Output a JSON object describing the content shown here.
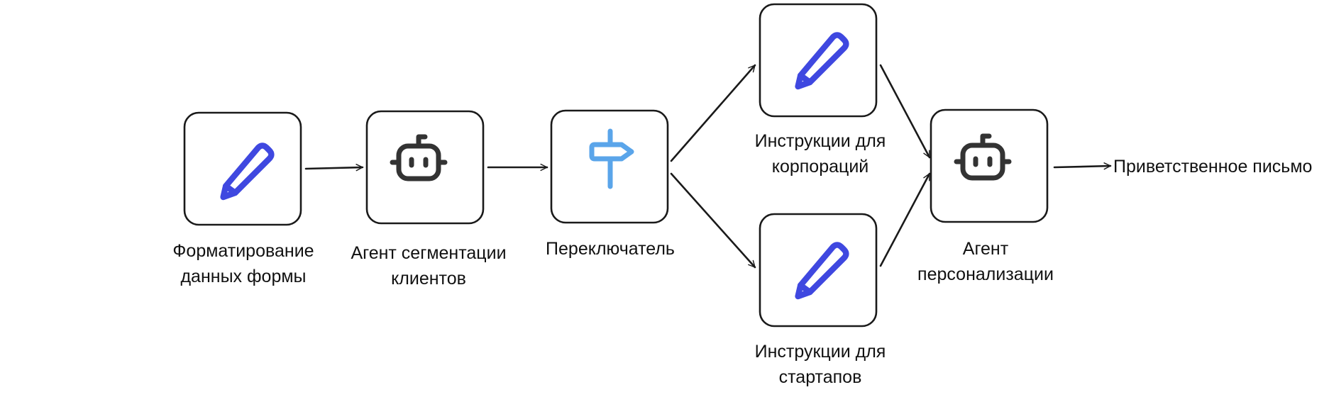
{
  "colors": {
    "pencil": "#3f48e0",
    "robot": "#333333",
    "signpost": "#5aa5ea",
    "line": "#1a1a1a"
  },
  "nodes": {
    "format_form": {
      "icon": "pencil-icon",
      "label_line1": "Форматирование",
      "label_line2": "данных формы"
    },
    "segmentation_agent": {
      "icon": "robot-icon",
      "label_line1": "Агент сегментации",
      "label_line2": "клиентов"
    },
    "router": {
      "icon": "signpost-icon",
      "label_line1": "Переключатель"
    },
    "corporate_instructions": {
      "icon": "pencil-icon",
      "label_line1": "Инструкции для",
      "label_line2": "корпораций"
    },
    "startup_instructions": {
      "icon": "pencil-icon",
      "label_line1": "Инструкции для",
      "label_line2": "стартапов"
    },
    "personalization_agent": {
      "icon": "robot-icon",
      "label_line1": "Агент",
      "label_line2": "персонализации"
    }
  },
  "output": {
    "label": "Приветственное письмо"
  }
}
